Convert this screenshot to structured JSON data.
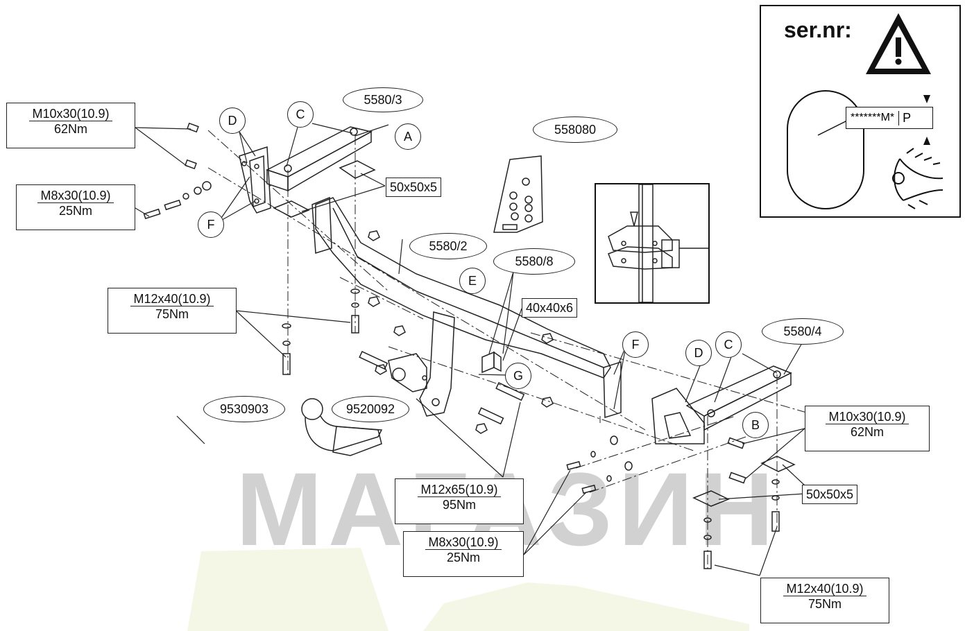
{
  "watermark": "МАГАЗИН",
  "serial_box": {
    "label": "ser.nr:",
    "plate_code": "*******M*",
    "plate_suffix": "P"
  },
  "part_labels": {
    "p5580_3": "5580/3",
    "p558080": "558080",
    "p5580_2": "5580/2",
    "p5580_8": "5580/8",
    "p5580_4": "5580/4",
    "p9530903": "9530903",
    "p9520092": "9520092"
  },
  "letters": {
    "A": "A",
    "B": "B",
    "C1": "C",
    "C2": "C",
    "D1": "D",
    "D2": "D",
    "E": "E",
    "F1": "F",
    "F2": "F",
    "G": "G"
  },
  "plates": {
    "top_left": "50x50x5",
    "mid": "40x40x6",
    "bottom_right": "50x50x5"
  },
  "bolts": {
    "m10_left": {
      "size": "M10x30(10.9)",
      "torque": "62Nm"
    },
    "m8_left": {
      "size": "M8x30(10.9)",
      "torque": "25Nm"
    },
    "m12_left": {
      "size": "M12x40(10.9)",
      "torque": "75Nm"
    },
    "m12x65": {
      "size": "M12x65(10.9)",
      "torque": "95Nm"
    },
    "m8_center": {
      "size": "M8x30(10.9)",
      "torque": "25Nm"
    },
    "m10_right": {
      "size": "M10x30(10.9)",
      "torque": "62Nm"
    },
    "m12_right": {
      "size": "M12x40(10.9)",
      "torque": "75Nm"
    }
  }
}
